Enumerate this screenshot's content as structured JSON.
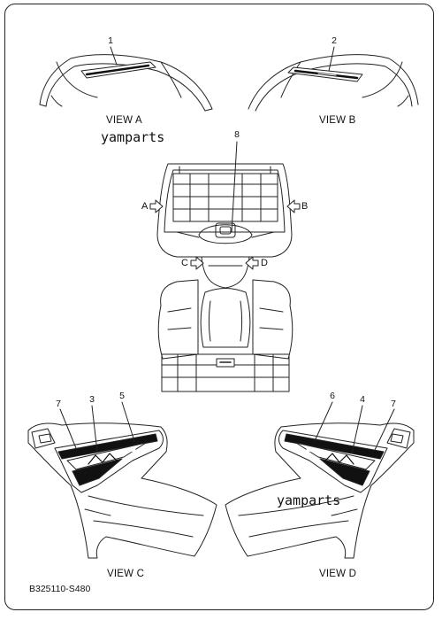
{
  "views": {
    "a": "VIEW A",
    "b": "VIEW B",
    "c": "VIEW C",
    "d": "VIEW D"
  },
  "callouts": [
    "1",
    "2",
    "3",
    "4",
    "5",
    "6",
    "7",
    "7",
    "8"
  ],
  "arrows": {
    "a": "A",
    "b": "B",
    "c": "C",
    "d": "D"
  },
  "watermarks": [
    "yamparts",
    "yamparts"
  ],
  "diagram_code": "B325110-S480"
}
